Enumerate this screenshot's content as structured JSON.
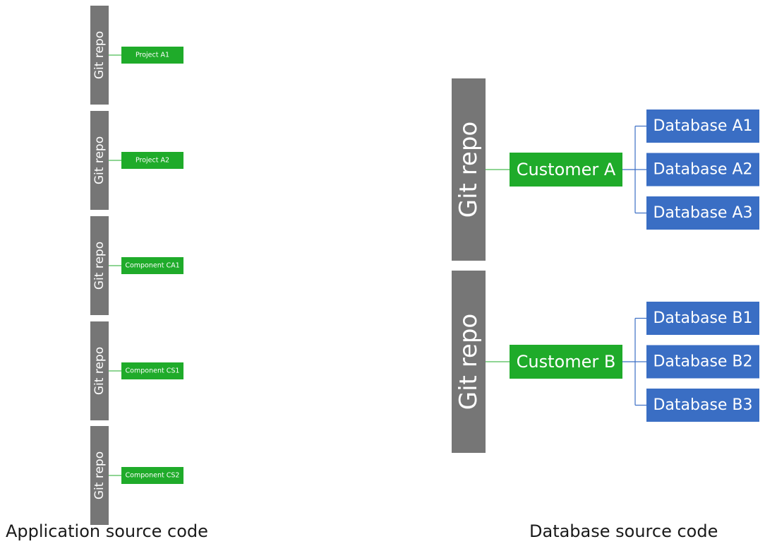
{
  "app": {
    "caption": "Application source code",
    "repos": [
      {
        "repo_label": "Git repo",
        "item": "Project A1"
      },
      {
        "repo_label": "Git repo",
        "item": "Project A2"
      },
      {
        "repo_label": "Git repo",
        "item": "Component CA1"
      },
      {
        "repo_label": "Git repo",
        "item": "Component CS1"
      },
      {
        "repo_label": "Git repo",
        "item": "Component CS2"
      }
    ]
  },
  "db": {
    "caption": "Database source code",
    "repos": [
      {
        "repo_label": "Git repo",
        "customer": "Customer A",
        "databases": [
          "Database A1",
          "Database A2",
          "Database A3"
        ]
      },
      {
        "repo_label": "Git repo",
        "customer": "Customer B",
        "databases": [
          "Database B1",
          "Database B2",
          "Database B3"
        ]
      }
    ]
  },
  "colors": {
    "repo_bar": "#767676",
    "item_box": "#1fab2a",
    "database_box": "#3a6ec4",
    "app_connector": "#1fab2a",
    "db_connector": "#3a6ec4",
    "text_on_box": "#ffffff"
  }
}
